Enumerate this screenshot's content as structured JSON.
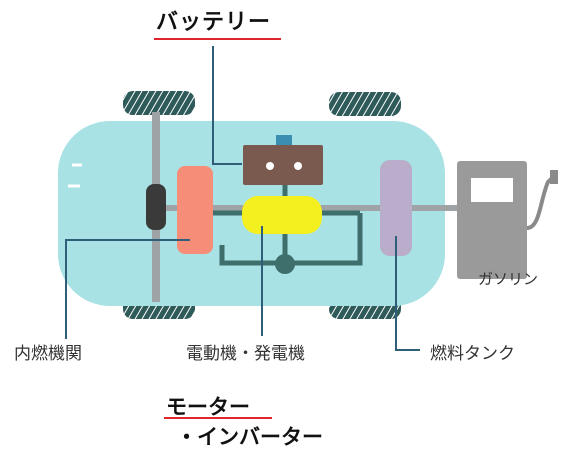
{
  "labels": {
    "battery": "バッテリー",
    "engine": "内燃機関",
    "motor_generator": "電動機・発電機",
    "fuel_tank": "燃料タンク",
    "gasoline": "ガソリン",
    "motor": "モーター",
    "inverter": "・インバーター"
  },
  "colors": {
    "car_body": "#a9e2e4",
    "tire": "#2f5a5a",
    "shaft": "#9ea3a6",
    "engine": "#f68d78",
    "battery": "#7a5a4f",
    "inverter": "#f4ef1f",
    "tank": "#b9adcb",
    "pump": "#9a9a9a",
    "line": "#2f5e79",
    "underline": "#e0262b",
    "connector": "#3f6f6d"
  },
  "icons": [
    "gas-pump-icon"
  ]
}
